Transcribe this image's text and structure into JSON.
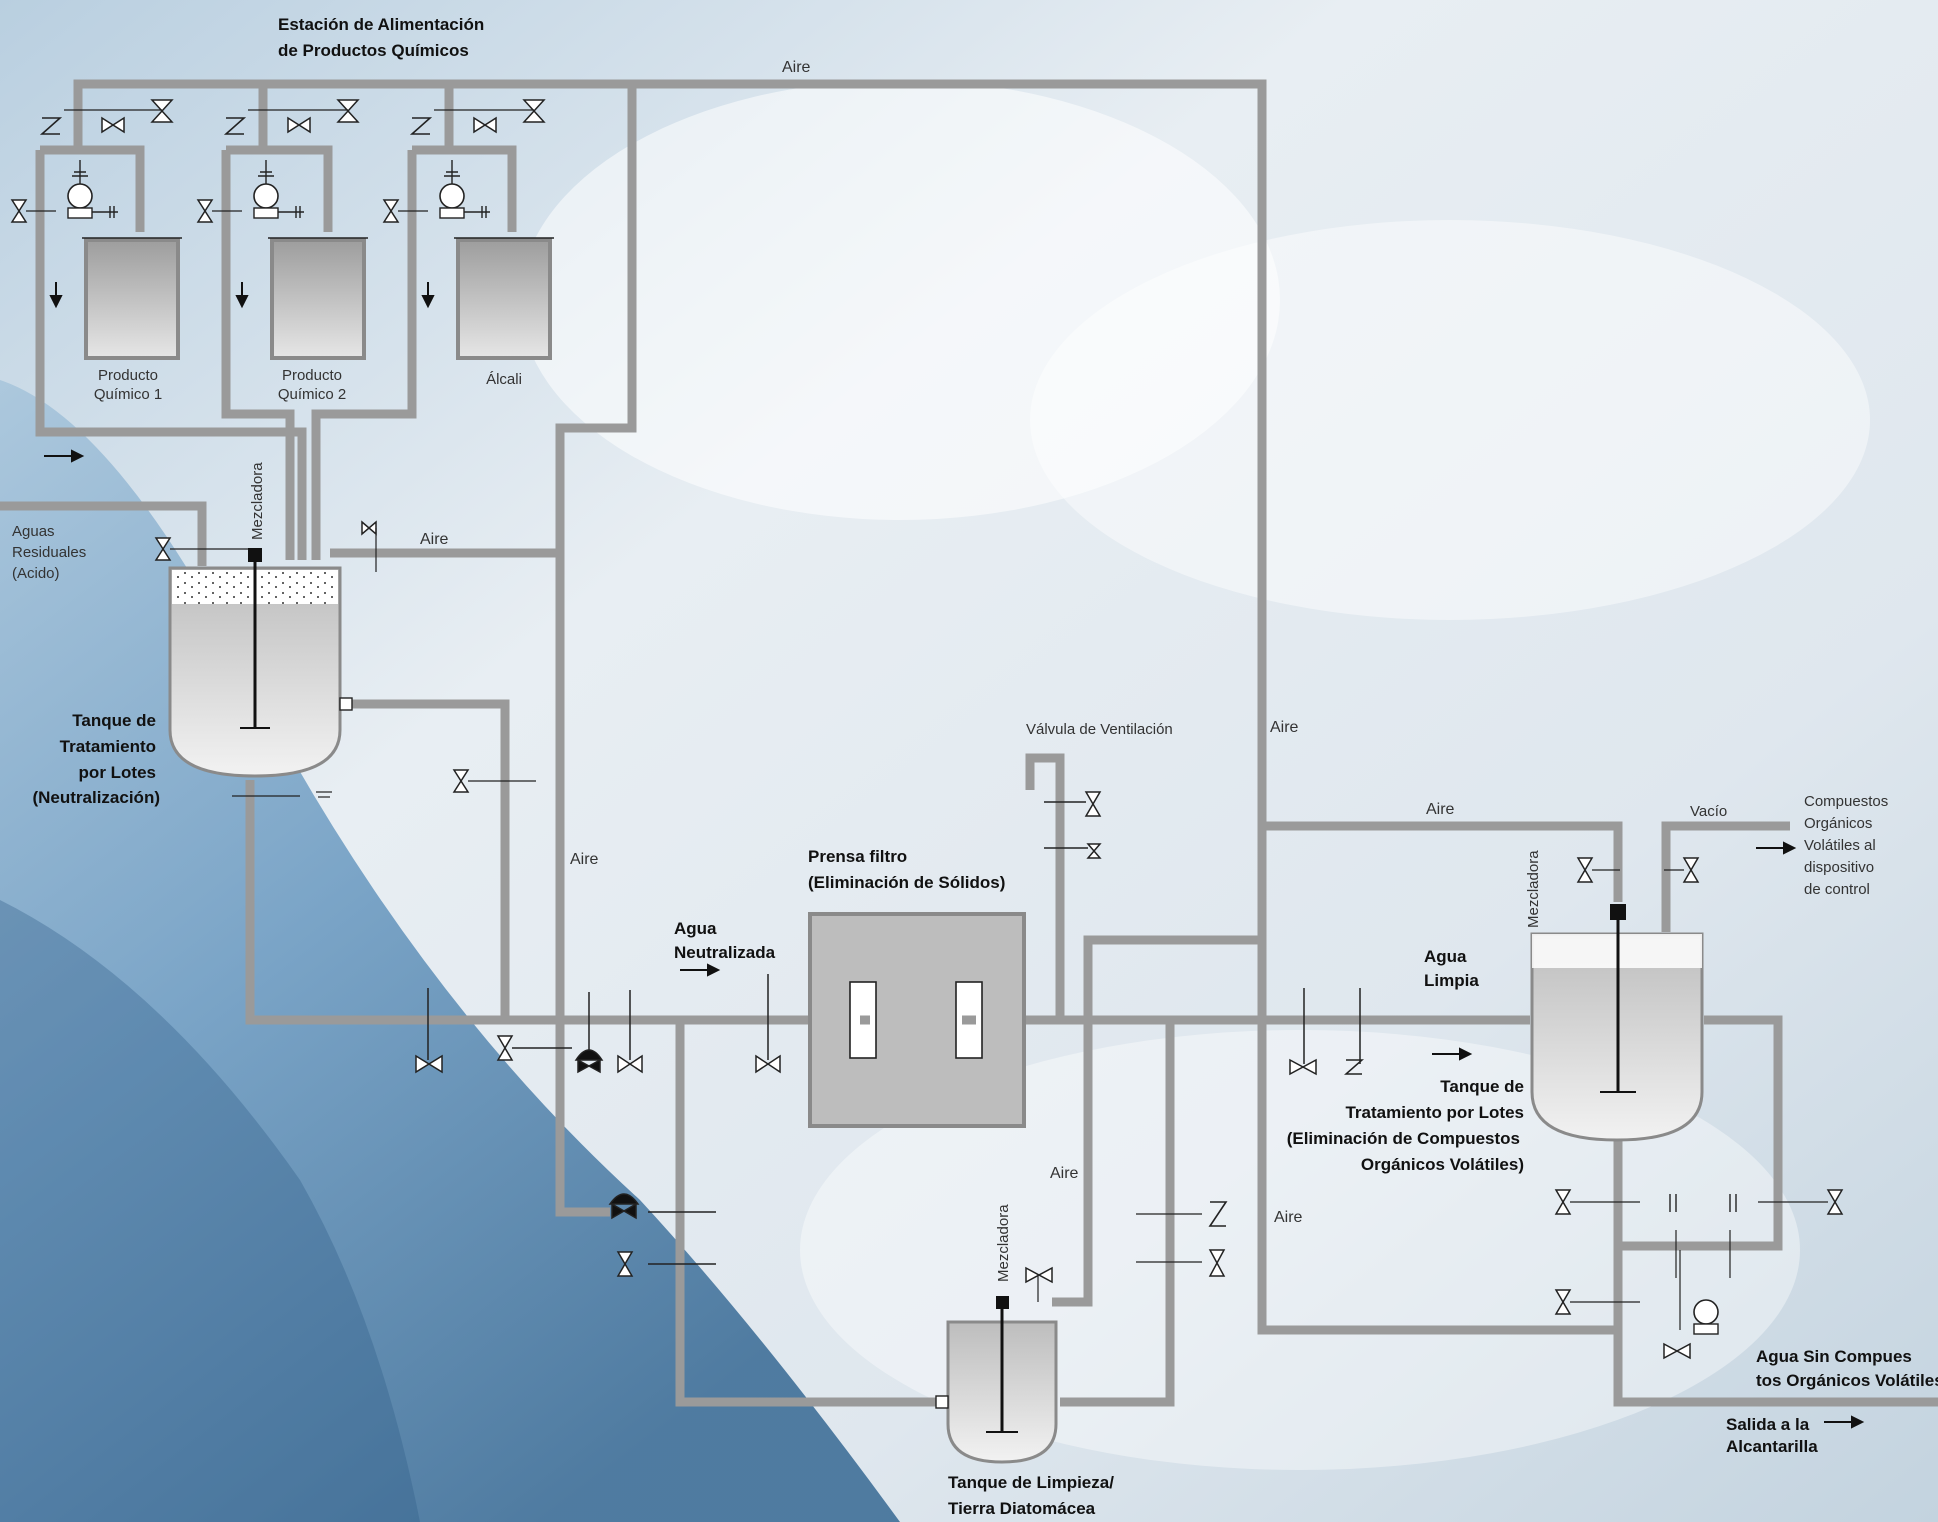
{
  "labels": {
    "feed_station": [
      "Estación de Alimentación",
      "de Productos Químicos"
    ],
    "chem1": [
      "Producto",
      "Químico 1"
    ],
    "chem2": [
      "Producto",
      "Químico 2"
    ],
    "alkali": "Álcali",
    "wastewater": [
      "Aguas",
      "Residuales",
      "(Acido)"
    ],
    "mixer": "Mezcladora",
    "air": "Aire",
    "neut_tank": [
      "Tanque de",
      "Tratamiento",
      "por Lotes",
      "(Neutralización)"
    ],
    "filter_press": [
      "Prensa filtro",
      "(Eliminación de Sólidos)"
    ],
    "neutral_water": [
      "Agua",
      "Neutralizada"
    ],
    "vent_valve": "Válvula de Ventilación",
    "vacuum": "Vacío",
    "voc_control": [
      "Compuestos",
      "Orgánicos",
      "Volátiles al",
      "dispositivo",
      "de control"
    ],
    "clean_water": [
      "Agua",
      "Limpia"
    ],
    "voc_tank": [
      "Tanque de",
      "Tratamiento por Lotes",
      "(Eliminación de Compuestos",
      "Orgánicos Volátiles)"
    ],
    "voc_free_water": [
      "Agua Sin Compues",
      "tos Orgánicos Volátiles"
    ],
    "sewer_exit": [
      "Salida a la",
      "Alcantarilla"
    ],
    "cleaning_tank": [
      "Tanque de Limpieza/",
      "Tierra Diatomácea"
    ]
  },
  "colors": {
    "pipe": "#9a9a9a",
    "tank_fill": "#a9a9a9",
    "symbol": "#222222",
    "sky": "#c9dbe8",
    "water": "#6f9fc6"
  }
}
